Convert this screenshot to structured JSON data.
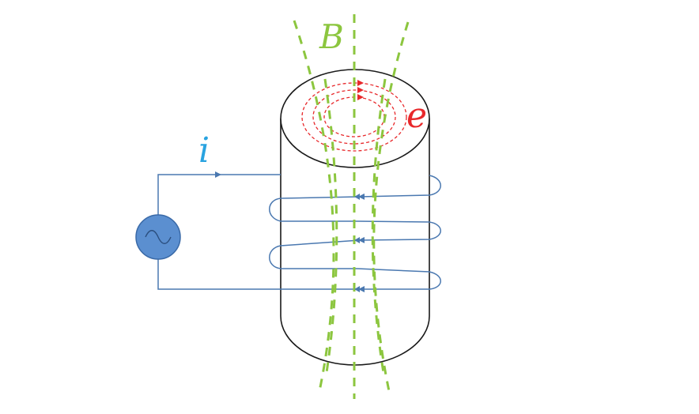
{
  "labels": {
    "magnetic_field": "B",
    "eddy_emf": "e",
    "current": "i"
  },
  "colors": {
    "cylinder_outline": "#1a1a1a",
    "field_lines": "#8cc63f",
    "eddy_loops": "#e8282b",
    "coil_wire": "#4a78b0",
    "source_fill": "#5b8fd0",
    "source_stroke": "#3a6aa8",
    "current_label": "#29a3e0"
  },
  "icons": {
    "source": "ac-source-icon"
  }
}
